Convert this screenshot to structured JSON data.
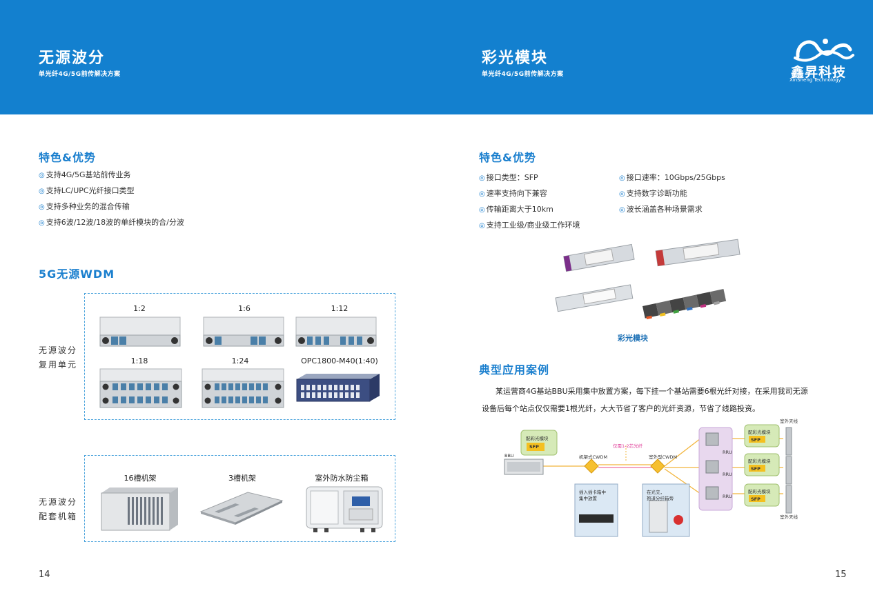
{
  "header": {
    "left_title": "无源波分",
    "left_subtitle": "单光纤4G/5G前传解决方案",
    "right_title": "彩光模块",
    "right_subtitle": "单光纤4G/5G前传解决方案",
    "logo_cn": "鑫昇科技",
    "logo_en": "XinSheng Technology"
  },
  "left": {
    "features_title": "特色&优势",
    "features": [
      "支持4G/5G基站前传业务",
      "支持LC/UPC光纤接口类型",
      "支持多种业务的混合传输",
      "支持6波/12波/18波的单纤模块的合/分波"
    ],
    "wdm_title": "5G无源WDM",
    "mux_label_1": "无源波分",
    "mux_label_2": "复用单元",
    "mux_products": [
      "1:2",
      "1:6",
      "1:12",
      "1:18",
      "1:24",
      "OPC1800-M40(1:40)"
    ],
    "box_label_1": "无源波分",
    "box_label_2": "配套机箱",
    "box_products": [
      "16槽机架",
      "3槽机架",
      "室外防水防尘箱"
    ],
    "page_number": "14"
  },
  "right": {
    "features_title": "特色&优势",
    "features_col1": [
      "接口类型：SFP",
      "速率支持向下兼容",
      "传输距离大于10km",
      "支持工业级/商业级工作环境"
    ],
    "features_col2": [
      "接口速率：10Gbps/25Gbps",
      "支持数字诊断功能",
      "波长涵盖各种场景需求"
    ],
    "module_caption": "彩光模块",
    "case_title": "典型应用案例",
    "case_line1": "某运营商4G基站BBU采用集中放置方案，每下挂一个基站需要6根光纤对接，在采用我司无源",
    "case_line2": "设备后每个站点仅仅需要1根光纤，大大节省了客户的光纤资源，节省了线路投资。",
    "diagram": {
      "bbu": "BBU",
      "sfp_top": "配彩光模块",
      "sfp": "SFP",
      "cwdm_rack": "机架式CWDM",
      "fiber_note": "仅需1-2芯光纤",
      "cwdm_out": "室外型CWDM",
      "rru": "RRU",
      "sfp_rru": "配彩光模块",
      "antenna_top": "室外天线",
      "antenna_bottom": "室外天线",
      "note_rack_1": "插入插卡箱中",
      "note_rack_2": "集中放置",
      "note_out_1": "在光交，",
      "note_out_2": "抱道分纤箱旁"
    },
    "page_number": "15"
  }
}
